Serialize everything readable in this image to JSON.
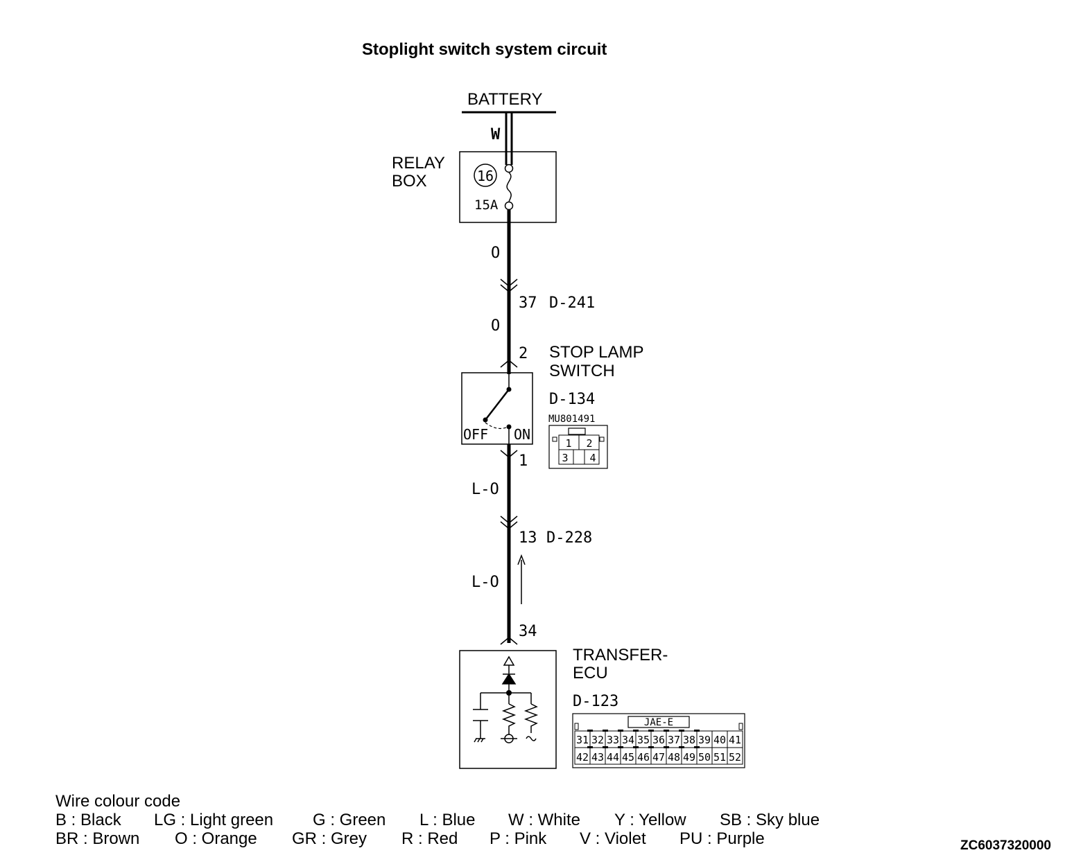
{
  "title": "Stoplight switch system circuit",
  "battery": {
    "label": "BATTERY",
    "wire": "W"
  },
  "relay_box": {
    "label_line1": "RELAY",
    "label_line2": "BOX",
    "fuse_number": "16",
    "fuse_rating": "15A"
  },
  "wires": {
    "relay_to_d241": "O",
    "d241_to_switch": "O",
    "switch_to_d228": "L-O",
    "d228_to_ecu": "L-O"
  },
  "connectors": {
    "d241": {
      "pin": "37",
      "name": "D-241"
    },
    "d228": {
      "pin": "13",
      "name": "D-228"
    }
  },
  "stop_lamp_switch": {
    "label_line1": "STOP LAMP",
    "label_line2": "SWITCH",
    "connector": "D-134",
    "part_number": "MU801491",
    "pin_in": "2",
    "pin_out": "1",
    "off_label": "OFF",
    "on_label": "ON",
    "pins": [
      "1",
      "2",
      "3",
      "4"
    ]
  },
  "transfer_ecu": {
    "label_line1": "TRANSFER-",
    "label_line2": "ECU",
    "connector": "D-123",
    "pin": "34",
    "connector_type": "JAE-E",
    "pins_row1": [
      "31",
      "32",
      "33",
      "34",
      "35",
      "36",
      "37",
      "38",
      "39",
      "40",
      "41"
    ],
    "pins_row2": [
      "42",
      "43",
      "44",
      "45",
      "46",
      "47",
      "48",
      "49",
      "50",
      "51",
      "52"
    ]
  },
  "legend": {
    "heading": "Wire colour code",
    "row1": [
      "B : Black",
      "LG : Light green",
      "G : Green",
      "L : Blue",
      "W : White",
      "Y : Yellow",
      "SB : Sky blue"
    ],
    "row2": [
      "BR : Brown",
      "O : Orange",
      "GR : Grey",
      "R : Red",
      "P : Pink",
      "V : Violet",
      "PU : Purple"
    ]
  },
  "figure_code": "ZC6037320000",
  "colors": {
    "ink": "#000000",
    "background": "#ffffff"
  }
}
